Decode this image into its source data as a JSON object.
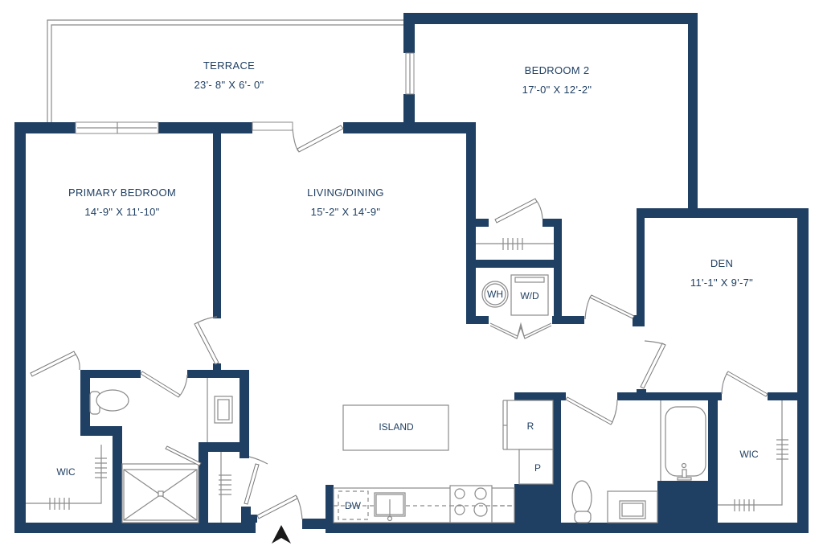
{
  "plan": {
    "wall_color": "#1f3f63",
    "rooms": {
      "terrace": {
        "name": "TERRACE",
        "size": "23'- 8\" X 6'- 0\""
      },
      "bedroom2": {
        "name": "BEDROOM 2",
        "size": "17'-0\" X 12'-2\""
      },
      "primary": {
        "name": "PRIMARY BEDROOM",
        "size": "14'-9\" X 11'-10\""
      },
      "living": {
        "name": "LIVING/DINING",
        "size": "15'-2\" X 14'-9\""
      },
      "den": {
        "name": "DEN",
        "size": "11'-1\" X 9'-7\""
      },
      "wic_left": {
        "name": "WIC"
      },
      "wic_right": {
        "name": "WIC"
      },
      "island": {
        "name": "ISLAND"
      }
    },
    "appliances": {
      "water_heater": "WH",
      "washer_dryer": "W/D",
      "refrigerator": "R",
      "pantry": "P",
      "dishwasher": "DW"
    },
    "north_arrow": "north-arrow"
  }
}
